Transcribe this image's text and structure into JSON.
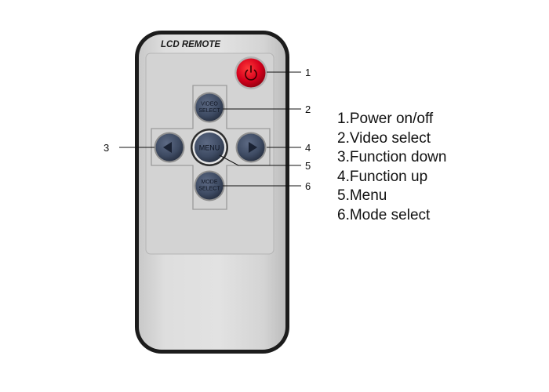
{
  "remote": {
    "brand_label": "LCD REMOTE",
    "buttons": {
      "power_icon": "power-icon",
      "video_select": [
        "VIDEO",
        "SELECT"
      ],
      "menu": "MENU",
      "mode_select": [
        "MODE",
        "SELECT"
      ],
      "left_icon": "left-arrow-icon",
      "right_icon": "right-arrow-icon"
    },
    "colors": {
      "body": "#d9d9d9",
      "body_outline": "#1a1a1a",
      "face_plate": "#d4d4d4",
      "power_button": "#d6001c",
      "nav_button": "#3e4b63"
    }
  },
  "callouts": [
    "1",
    "2",
    "3",
    "4",
    "5",
    "6"
  ],
  "legend": [
    "1.Power on/off",
    "2.Video select",
    "3.Function down",
    "4.Function up",
    "5.Menu",
    "6.Mode select"
  ]
}
